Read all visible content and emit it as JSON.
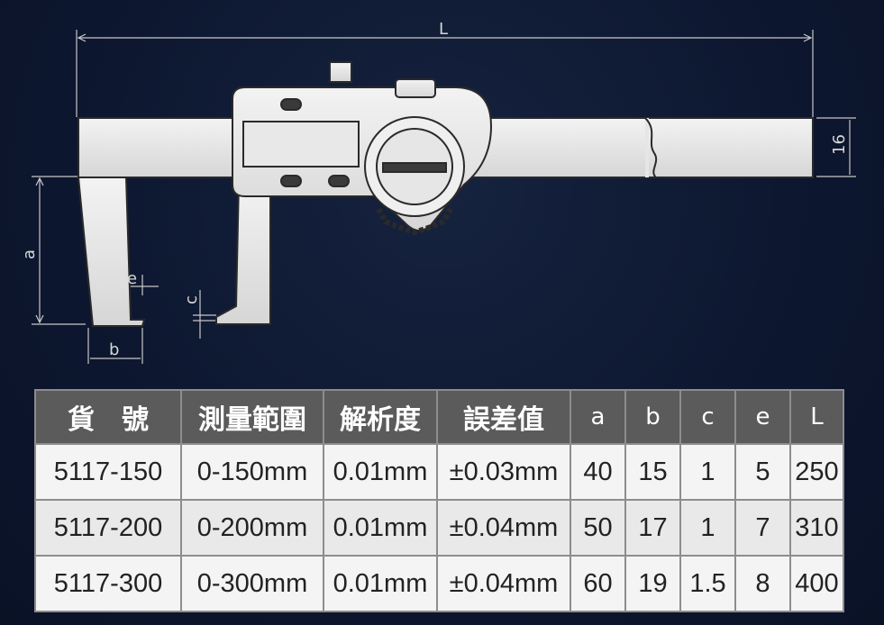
{
  "diagram": {
    "label_L": "L",
    "label_16": "16",
    "label_a": "a",
    "label_b": "b",
    "label_e": "e",
    "label_c": "c"
  },
  "table": {
    "headers": [
      "貨　號",
      "測量範圍",
      "解析度",
      "誤差值",
      "a",
      "b",
      "c",
      "e",
      "L"
    ],
    "rows": [
      [
        "5117-150",
        "0-150mm",
        "0.01mm",
        "±0.03mm",
        "40",
        "15",
        "1",
        "5",
        "250"
      ],
      [
        "5117-200",
        "0-200mm",
        "0.01mm",
        "±0.04mm",
        "50",
        "17",
        "1",
        "7",
        "310"
      ],
      [
        "5117-300",
        "0-300mm",
        "0.01mm",
        "±0.04mm",
        "60",
        "19",
        "1.5",
        "8",
        "400"
      ]
    ]
  }
}
